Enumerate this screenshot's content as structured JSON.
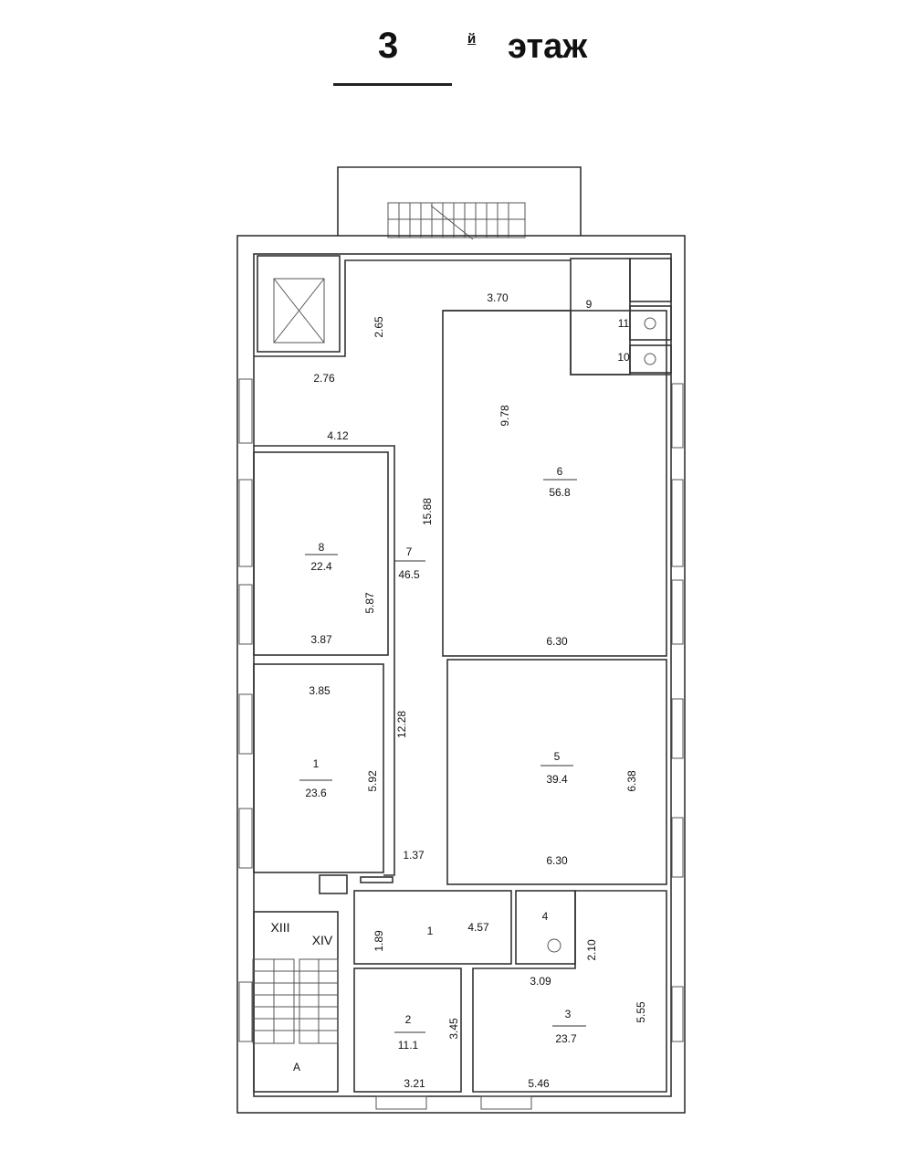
{
  "title": {
    "floor_number": "3",
    "suffix": "й",
    "word": "этаж"
  },
  "rooms": {
    "r6": {
      "number": "6",
      "area": "56.8"
    },
    "r7": {
      "number": "7",
      "area": "46.5"
    },
    "r8": {
      "number": "8",
      "area": "22.4"
    },
    "r1": {
      "number": "1",
      "area": "23.6"
    },
    "r5": {
      "number": "5",
      "area": "39.4"
    },
    "r2": {
      "number": "2",
      "area": "11.1"
    },
    "r3": {
      "number": "3",
      "area": "23.7"
    },
    "r9": {
      "number": "9"
    },
    "r10": {
      "number": "10"
    },
    "r11": {
      "number": "11"
    },
    "r4": {
      "number": "4"
    },
    "hall1": {
      "number": "1"
    },
    "stair_xiii": {
      "label": "XIII"
    },
    "stair_xiv": {
      "label": "XIV"
    },
    "stair_a": {
      "label": "A"
    }
  },
  "dimensions": {
    "d370": "3.70",
    "d265": "2.65",
    "d276": "2.76",
    "d412": "4.12",
    "d978": "9.78",
    "d1588": "15.88",
    "d587": "5.87",
    "d387": "3.87",
    "d385": "3.85",
    "d1228": "12.28",
    "d592": "5.92",
    "d630a": "6.30",
    "d630b": "6.30",
    "d638": "6.38",
    "d137": "1.37",
    "d189": "1.89",
    "d457": "4.57",
    "d210": "2.10",
    "d309": "3.09",
    "d555": "5.55",
    "d345": "3.45",
    "d321": "3.21",
    "d546": "5.46"
  }
}
